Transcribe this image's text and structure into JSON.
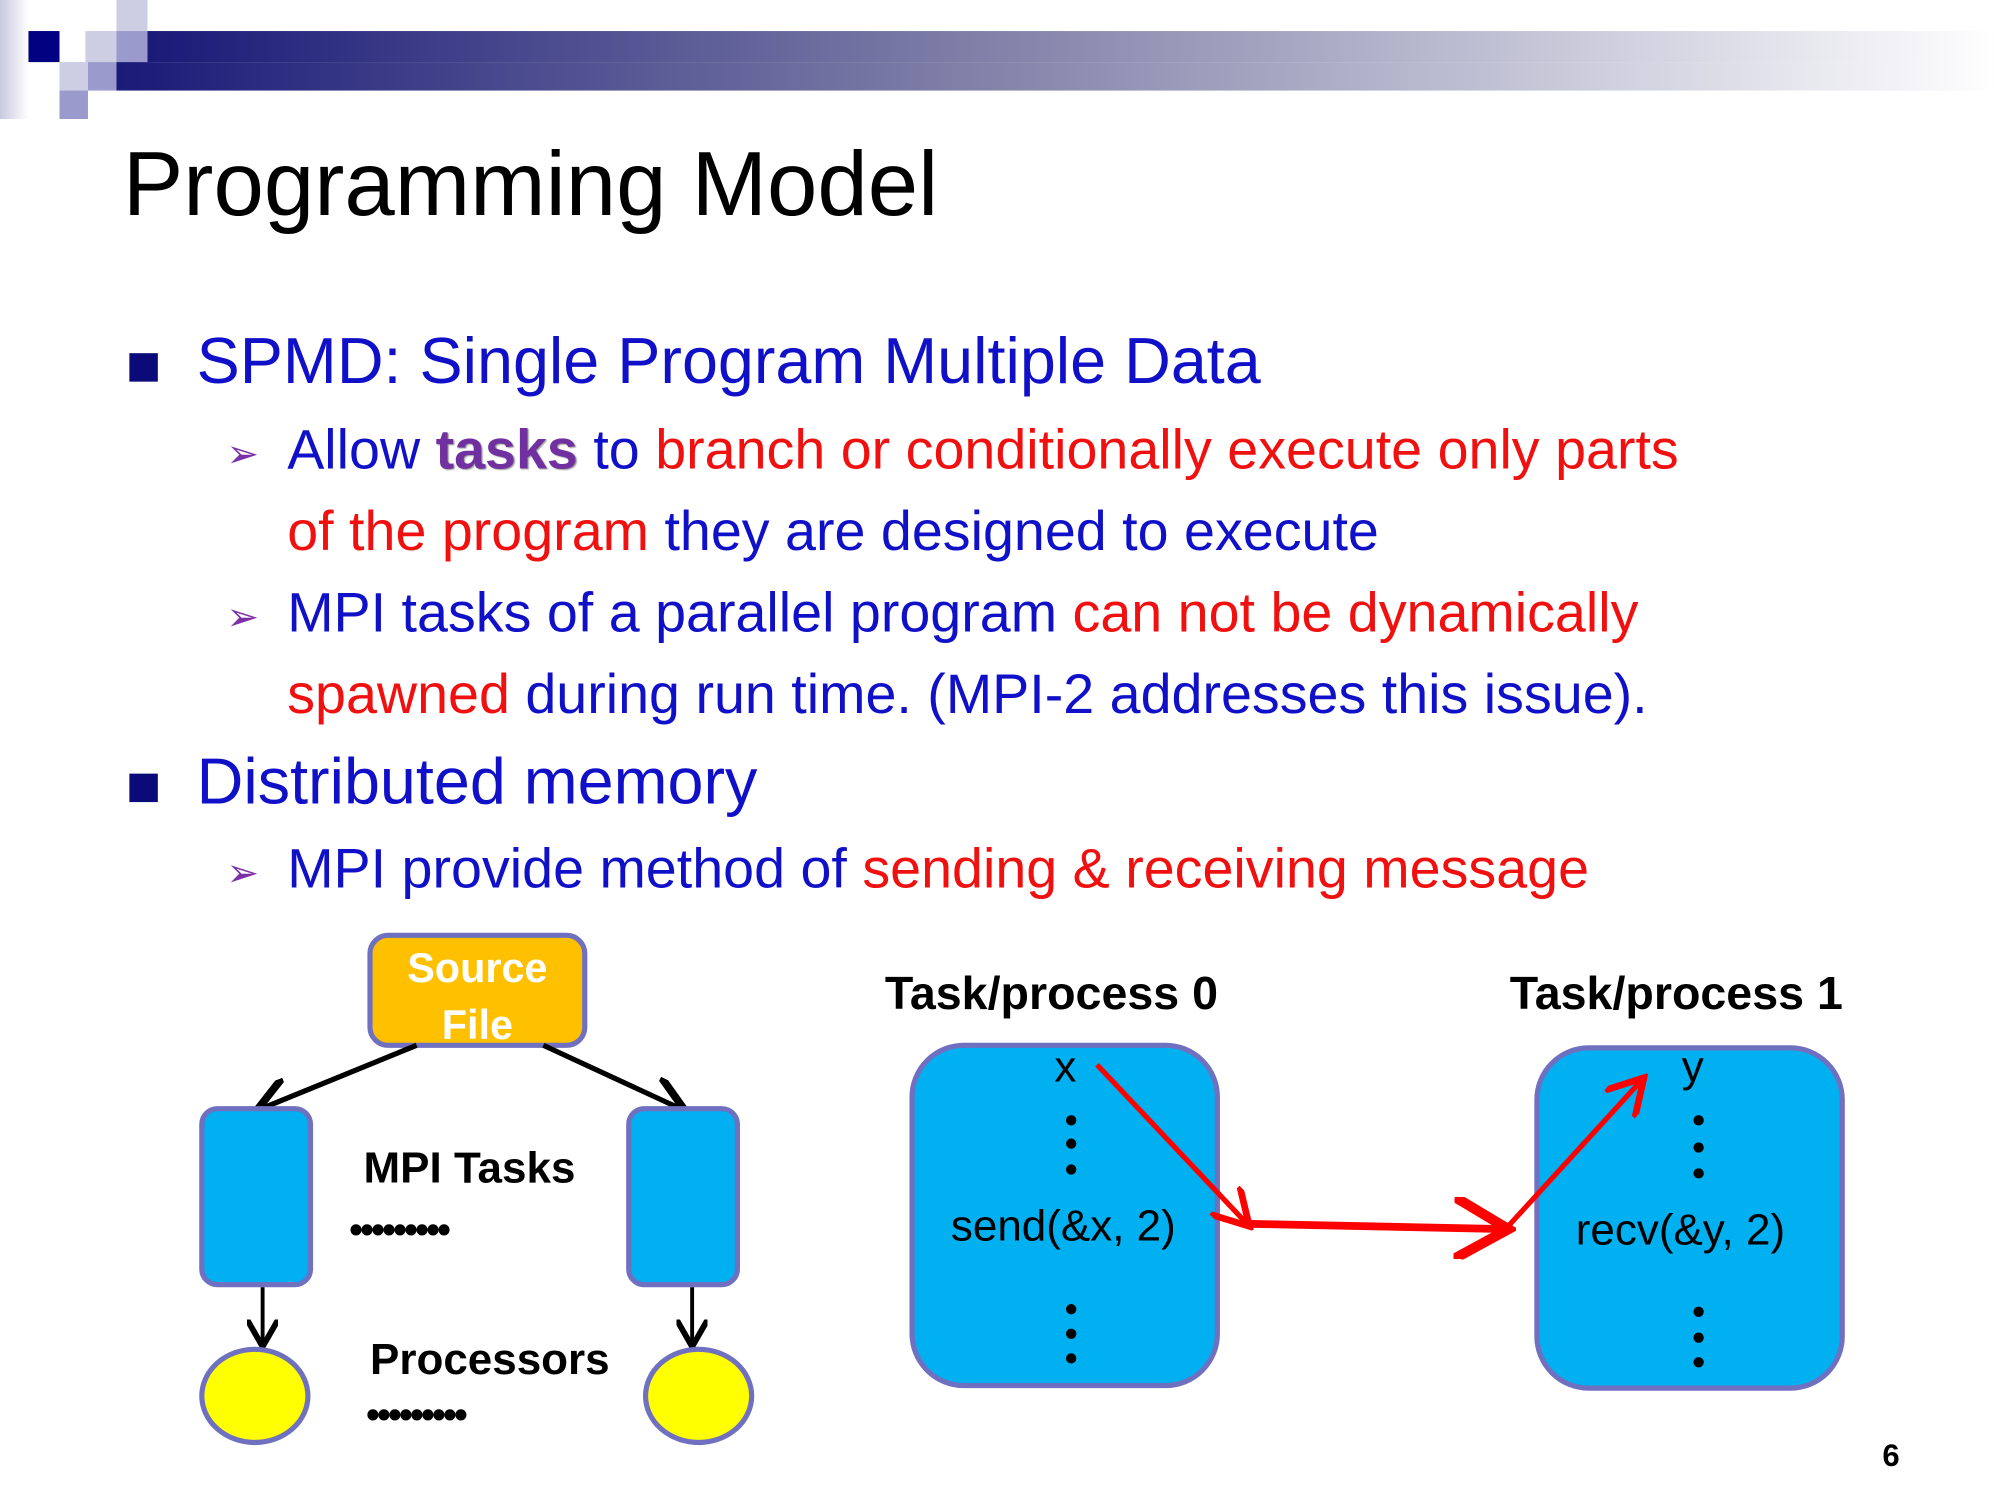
{
  "slide": {
    "title": "Programming Model",
    "page_number": "6",
    "bullets": [
      {
        "text": "SPMD: Single Program Multiple Data",
        "sub": [
          {
            "parts": [
              "Allow ",
              "tasks",
              " to ",
              "branch or conditionally execute only parts",
              "of the program",
              " they are designed to execute"
            ]
          },
          {
            "parts": [
              "MPI tasks of a parallel program ",
              "can not be dynamically",
              "spawned",
              " during run time. (MPI-2 addresses this issue)."
            ]
          }
        ]
      },
      {
        "text": "Distributed memory",
        "sub": [
          {
            "parts": [
              "MPI provide method of ",
              "sending & receiving message"
            ]
          }
        ]
      }
    ],
    "diagram_left": {
      "source_file": [
        "Source",
        "File"
      ],
      "tasks_label": "MPI Tasks",
      "processors_label": "Processors",
      "ellipsis": "•••••••••"
    },
    "diagram_right": {
      "process0_label": "Task/process 0",
      "process1_label": "Task/process 1",
      "var_x": "x",
      "var_y": "y",
      "send_call": "send(&x, 2)",
      "recv_call": "recv(&y, 2)"
    },
    "colors": {
      "blue_text": "#1010c8",
      "red_text": "#f01010",
      "box_blue": "#00b0f0",
      "box_orange": "#ffc000",
      "processor_yellow": "#ffff00",
      "border": "#7070c0"
    }
  }
}
